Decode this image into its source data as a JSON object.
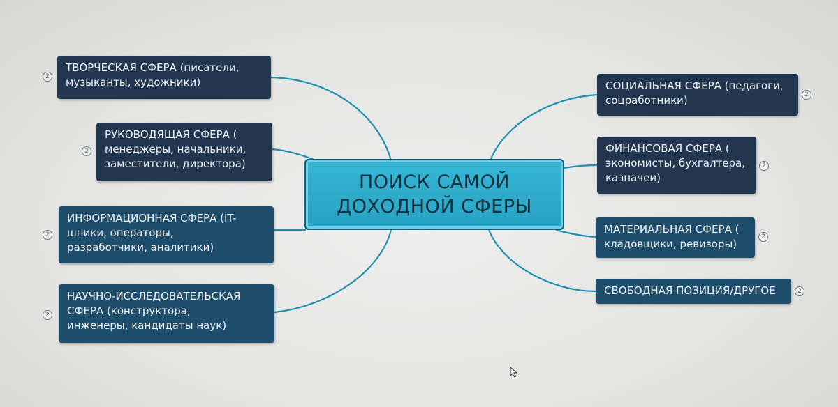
{
  "central": {
    "lines": [
      "ПОИСК САМОЙ",
      "ДОХОДНОЙ СФЕРЫ"
    ]
  },
  "colors": {
    "link": "#1f8fae",
    "central_fill": "#2ba9c9",
    "topic_dark": "#223650",
    "topic_teal": "#1f4d6c"
  },
  "topics": [
    {
      "id": "creative",
      "lines": [
        "ТВОРЧЕСКАЯ СФЕРА (писатели,",
        "музыканты, художники)"
      ],
      "badge": "2"
    },
    {
      "id": "management",
      "lines": [
        "РУКОВОДЯЩАЯ СФЕРА (",
        "менеджеры, начальники,",
        "заместители, директора)"
      ],
      "badge": "2"
    },
    {
      "id": "information",
      "lines": [
        "ИНФОРМАЦИОННАЯ СФЕРА (IT-",
        "шники, операторы,",
        "разработчики, аналитики)"
      ],
      "badge": "2"
    },
    {
      "id": "research",
      "lines": [
        "НАУЧНО-ИССЛЕДОВАТЕЛЬСКАЯ",
        "СФЕРА (конструктора,",
        "инженеры, кандидаты наук)"
      ],
      "badge": "2"
    },
    {
      "id": "social",
      "lines": [
        "СОЦИАЛЬНАЯ СФЕРА (педагоги,",
        "соцработники)"
      ],
      "badge": "2"
    },
    {
      "id": "finance",
      "lines": [
        "ФИНАНСОВАЯ СФЕРА (",
        "экономисты, бухгалтера,",
        "казначеи)"
      ],
      "badge": "2"
    },
    {
      "id": "material",
      "lines": [
        "МАТЕРИАЛЬНАЯ СФЕРА (",
        "кладовщики, ревизоры)"
      ],
      "badge": "2"
    },
    {
      "id": "free",
      "lines": [
        "СВОБОДНАЯ ПОЗИЦИЯ/ДРУГОЕ"
      ],
      "badge": "2"
    }
  ]
}
